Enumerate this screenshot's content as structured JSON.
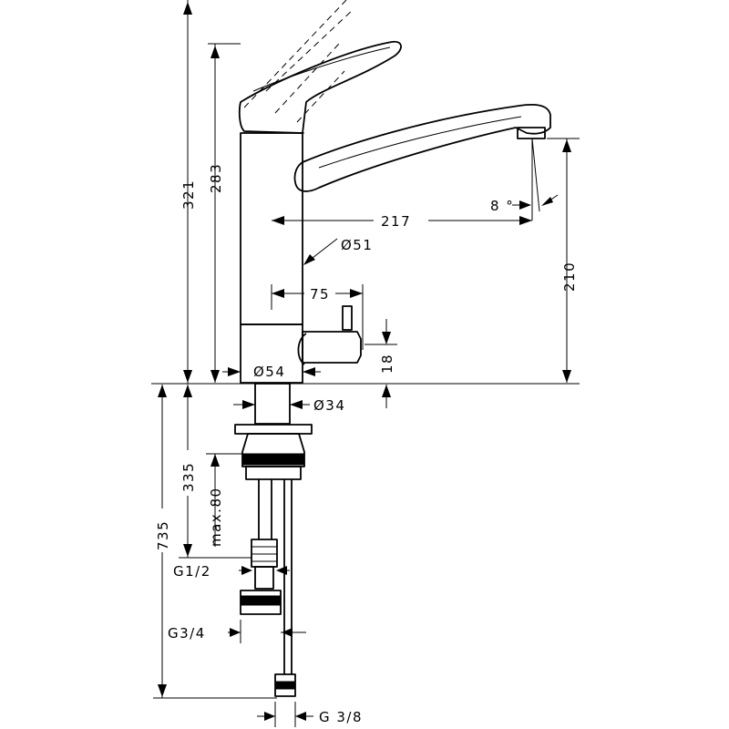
{
  "colors": {
    "line": "#000000",
    "background": "#ffffff"
  },
  "dimensions": {
    "height_total": "321",
    "height_lever": "283",
    "spout_reach": "217",
    "spout_angle": "8 °",
    "spout_height": "210",
    "body_diameter": "Ø51",
    "valve_offset": "75",
    "base_diameter": "Ø54",
    "valve_height": "18",
    "shank_diameter": "Ø34",
    "shank_length": "335",
    "max_deck": "max.80",
    "hose_length": "735",
    "thread_half": "G1/2",
    "thread_three_quarter": "G3/4",
    "thread_three_eighth": "G 3/8"
  }
}
